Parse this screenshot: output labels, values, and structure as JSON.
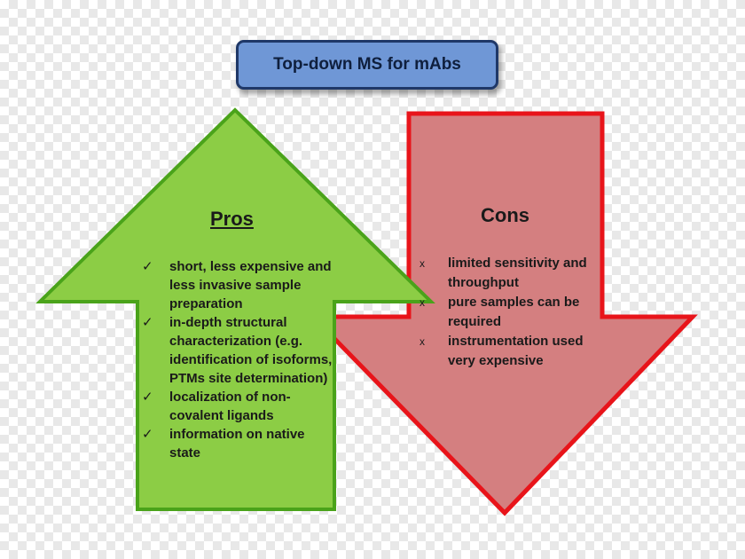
{
  "title": "Top-down MS for mAbs",
  "pros": {
    "heading": "Pros",
    "marker": "✓",
    "items": [
      "short, less expensive and less invasive sample preparation",
      "in-depth structural characterization (e.g. identification of isoforms, PTMs site determination)",
      "localization of non-covalent ligands",
      "information on native state"
    ]
  },
  "cons": {
    "heading": "Cons",
    "marker": "x",
    "items": [
      "limited sensitivity and throughput",
      "pure samples can be required",
      "instrumentation used very expensive"
    ]
  },
  "colors": {
    "pros_fill": "#8ccd45",
    "pros_border": "#4aa31a",
    "cons_fill": "#d47f80",
    "cons_border": "#e8141a",
    "title_fill": "#6f97d6",
    "title_border": "#1f3868"
  },
  "icons": {
    "pros_arrow": "up-arrow-icon",
    "cons_arrow": "down-arrow-icon",
    "pros_marker": "check-icon",
    "cons_marker": "x-icon"
  }
}
